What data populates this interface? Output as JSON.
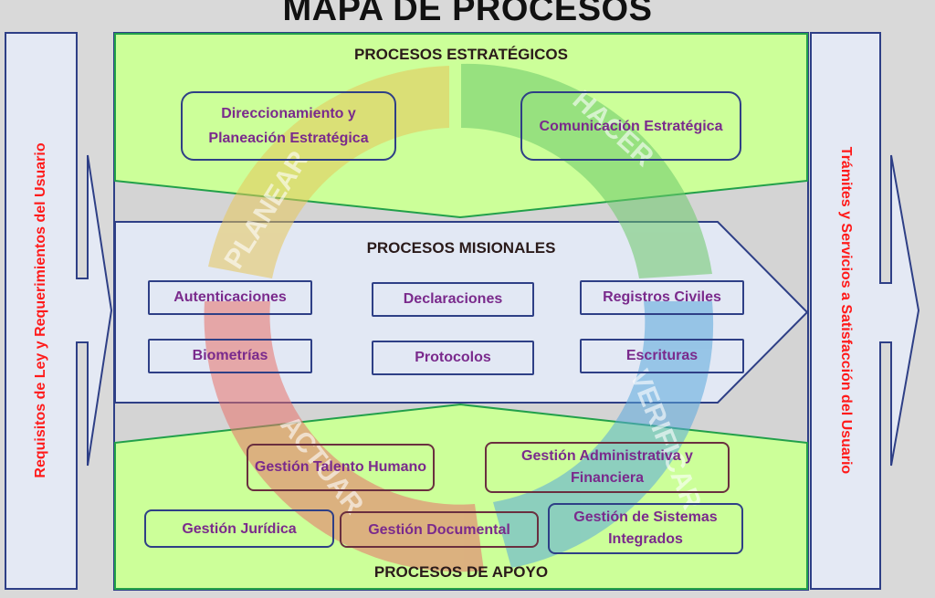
{
  "title": "MAPA DE PROCESOS",
  "cycle_labels": {
    "planear": "PLANEAR",
    "hacer": "HACER",
    "verificar": "VERIFICAR",
    "actuar": "ACTUAR"
  },
  "left_side": {
    "label": "Requisitos de Ley y Requerimientos del Usuario"
  },
  "right_side": {
    "label": "Trámites y Servicios a Satisfacción del Usuario"
  },
  "strategic": {
    "label": "PROCESOS ESTRATÉGICOS",
    "items": [
      "Direccionamiento y Planeación Estratégica",
      "Comunicación Estratégica"
    ]
  },
  "missional": {
    "label": "PROCESOS MISIONALES",
    "items": [
      "Autenticaciones",
      "Declaraciones",
      "Registros Civiles",
      "Biometrías",
      "Protocolos",
      "Escrituras"
    ]
  },
  "support": {
    "label": "PROCESOS DE APOYO",
    "items": [
      "Gestión Talento Humano",
      "Gestión Administrativa y Financiera",
      "Gestión Jurídica",
      "Gestión Documental",
      "Gestión de Sistemas Integrados"
    ]
  },
  "colors": {
    "green_band": "#ccff99",
    "missional_fill": "#e2e8f4",
    "frame_blue": "#2e3f86",
    "side_text": "#ff1a1a",
    "arc_yellow": "#e6c65a",
    "arc_green": "#6cc96a",
    "arc_blue": "#59a8dc",
    "arc_red": "#e8716a"
  }
}
